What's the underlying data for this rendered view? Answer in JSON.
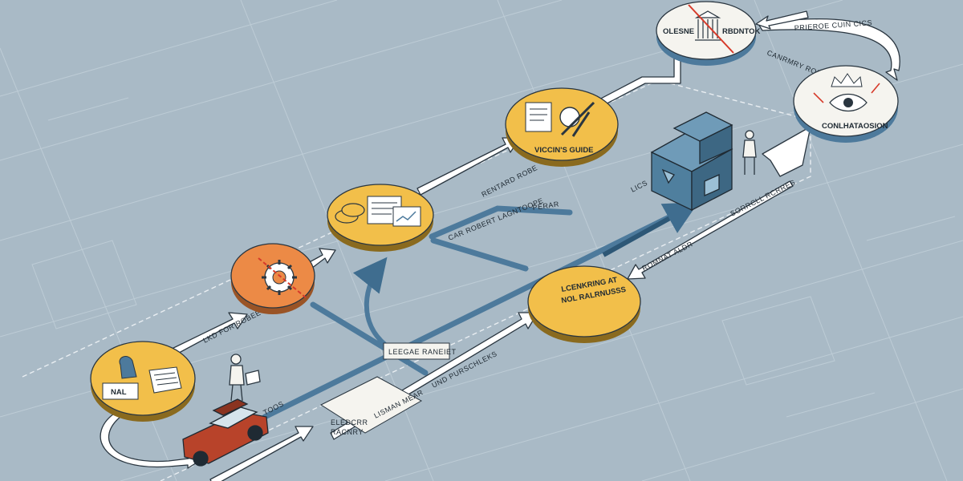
{
  "colors": {
    "background": "#a9bac6",
    "grid_line": "#c9d6de",
    "arrow_fill": "#ffffff",
    "arrow_stroke": "#2a3640",
    "blue_path": "#4d7a9c",
    "yellow_node": "#f2bf4a",
    "orange_node": "#ec8a46",
    "white_node": "#f5f4ef",
    "machine": "#4f7f9e",
    "car": "#b8432a"
  },
  "nodes": {
    "n1": {
      "label": "NAL"
    },
    "n2": {
      "label": ""
    },
    "n3": {
      "label": ""
    },
    "n4": {
      "label": "VICCIN'S GUIDE"
    },
    "n5": {
      "label_left": "OLESNE",
      "label_right": "RBDNTOK"
    },
    "n6": {
      "label": "CONLHATAOSION"
    },
    "n7": {
      "label_line1": "LCENKRING AT",
      "label_line2": "NOL RALRNUSSS"
    }
  },
  "labels": {
    "n2_to_n3": "LKD FOR ROBEE",
    "n4_to_n5": "RENTARD ROBE",
    "blue_top": "CAR ROBERT LAGNTOOPE",
    "blue_top_right": "PERAR",
    "center": "LEEGAE RANEIET",
    "bottom_arrow": "UND PURSCHLEKS",
    "bottom_left_1": "ELEDCRR",
    "bottom_left_2": "RACNRY",
    "bottom_left_3": "LISMAN MEAR",
    "right_arrow": "ROMNAT ALDR",
    "right_upper": "SORRCLL RCRRES",
    "top_right": "PRIEROE CUIN CICS",
    "n5_to_n6": "CANRMRY ROBEL",
    "machine_side": "LICS",
    "car_side": "TOOS"
  }
}
